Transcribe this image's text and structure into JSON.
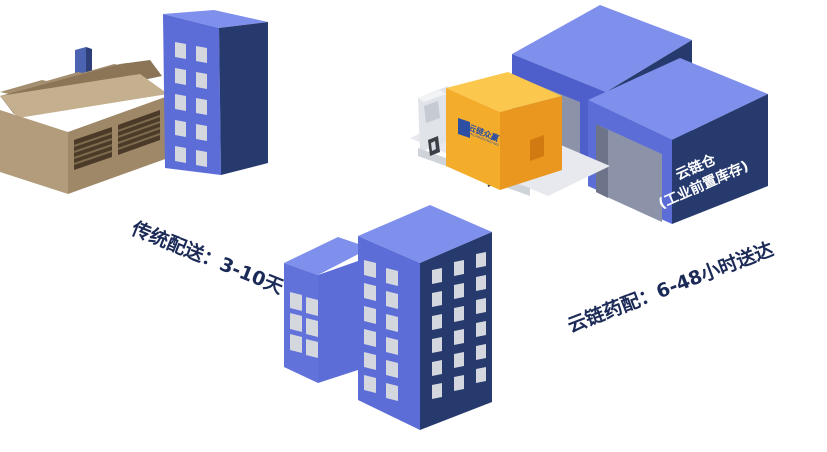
{
  "captions": {
    "traditional": "传统配送：3-10天",
    "cloud": "云链药配：6-48小时送达"
  },
  "warehouse": {
    "title": "云链仓",
    "subtitle": "(工业前置库存)"
  },
  "truck": {
    "logo_text": "云链众赢",
    "logo_subtext": "YUNLIANZHONGYING"
  },
  "colors": {
    "building_front": "#5d6dd8",
    "building_side": "#263a6e",
    "building_top": "#7f8fec",
    "window": "#d5d7de",
    "caption_text": "#1b2a56",
    "truck_box": "#f4ad2a",
    "factory": "#b29c7c"
  },
  "icons": [
    "factory-icon",
    "office-building-icon",
    "city-buildings-icon",
    "truck-icon",
    "warehouse-icon"
  ]
}
